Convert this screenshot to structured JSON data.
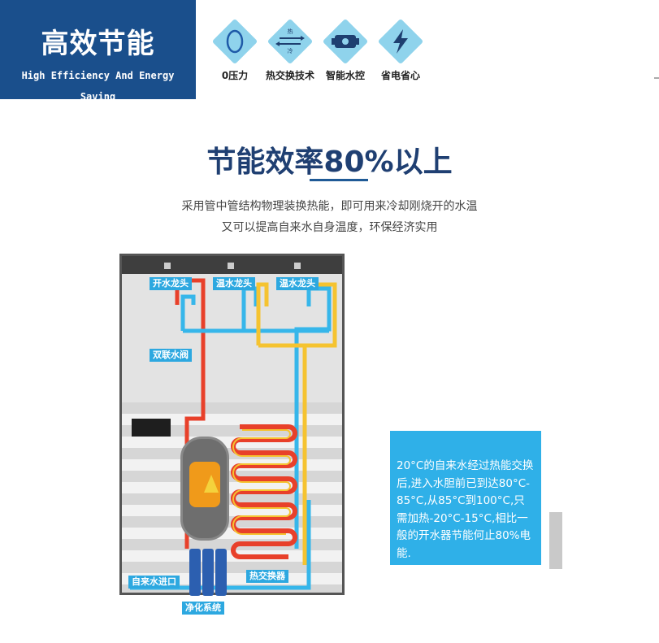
{
  "badge": {
    "title": "高效节能",
    "subtitle": "High Efficiency And Energy Saving",
    "bg_color": "#1a4f8c"
  },
  "features": [
    {
      "icon": "zero-pressure-icon",
      "glyph": "0",
      "label": "0压力"
    },
    {
      "icon": "heat-exchange-icon",
      "glyph": "⇄",
      "top_text": "热",
      "bottom_text": "冷",
      "label": "热交换技术"
    },
    {
      "icon": "smart-water-control-icon",
      "glyph": "",
      "label": "智能水控"
    },
    {
      "icon": "lightning-bolt-icon",
      "glyph": "⚡",
      "label": "省电省心"
    }
  ],
  "headline": "节能效率80%以上",
  "description": [
    "采用管中管结构物理装换热能，即可用来冷却刚烧开的水温",
    "又可以提高自来水自身温度，环保经济实用"
  ],
  "diagram": {
    "labels": {
      "tap_boiling": "开水龙头",
      "tap_warm_1": "温水龙头",
      "tap_warm_2": "温水龙头",
      "twin_valve": "双联水阀",
      "tap_water_inlet": "自来水进口",
      "heat_exchanger": "热交换器",
      "purification": "净化系统"
    },
    "colors": {
      "hot_pipe": "#e8402a",
      "cold_pipe": "#36b6ea",
      "warm_pipe": "#f5c330",
      "label_bg": "#2da8e0"
    }
  },
  "info_box": {
    "text": "20°C的自来水经过热能交换后,进入水胆前已到达80°C-85°C,从85°C到100°C,只需加热-20°C-15°C,相比一般的开水器节能何止80%电能.",
    "bg_color": "#2fb0e8"
  }
}
